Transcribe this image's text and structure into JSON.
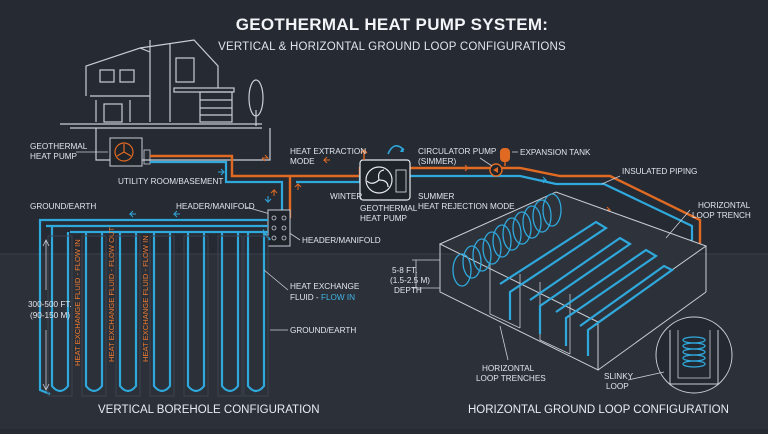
{
  "header": {
    "title": "GEOTHERMAL HEAT PUMP SYSTEM:",
    "subtitle": "VERTICAL & HORIZONTAL GROUND LOOP CONFIGURATIONS"
  },
  "labels": {
    "geothermal_heat_pump_line1": "GEOTHERMAL",
    "geothermal_heat_pump_line2": "HEAT PUMP",
    "utility_room": "UTILITY ROOM/BASEMENT",
    "heat_extraction_line1": "HEAT EXTRACTION",
    "heat_extraction_line2": "MODE",
    "circulator_pump_line1": "CIRCULATOR PUMP",
    "circulator_pump_line2": "(SIMMER)",
    "expansion_tank": "EXPANSION TANK",
    "insulated_piping": "INSULATED PIPING",
    "winter": "WINTER",
    "center_pump_line1": "GEOTHERMAL",
    "center_pump_line2": "HEAT PUMP",
    "summer_line1": "SUMMER",
    "summer_line2": "HEAT REJECTION MODE",
    "ground_earth_left": "GROUND/EARTH",
    "header_manifold_top": "HEADER/MANIFOLD",
    "header_manifold_bottom": "HEADER/MANIFOLD",
    "horizontal_loop_trench_line1": "HORIZONTAL",
    "horizontal_loop_trench_line2": "LOOP TRENCH",
    "depth_line1": "5-8 FT.",
    "depth_line2": "(1.5-2.5 M)",
    "depth_line3": "DEPTH",
    "bore_depth_line1": "300-500 FT.",
    "bore_depth_line2": "(90-150 M)",
    "heat_exchange_fluid_line1": "HEAT EXCHANGE",
    "heat_exchange_fluid_line2_a": "FLUID - ",
    "heat_exchange_fluid_line2_b": "FLOW IN",
    "ground_earth_mid": "GROUND/EARTH",
    "vertical_fluid_in": "HEAT EXCHANGE FLUID - FLOW IN",
    "vertical_fluid_out": "HEAT EXCHANGE FLUID - FLOW OUT",
    "horizontal_trenches_line1": "HORIZONTAL",
    "horizontal_trenches_line2": "LOOP TRENCHES",
    "slinky_line1": "SLINKY",
    "slinky_line2": "LOOP",
    "vertical_caption": "VERTICAL BOREHOLE CONFIGURATION",
    "horizontal_caption": "HORIZONTAL GROUND LOOP CONFIGURATION"
  },
  "colors": {
    "background": "#252a33",
    "cold_pipe": "#2fa8dc",
    "hot_pipe": "#e06a22",
    "line": "#c9ced6"
  },
  "icons": [
    "house-icon",
    "tree-icon",
    "fan-icon",
    "pump-icon",
    "expansion-tank-icon"
  ]
}
